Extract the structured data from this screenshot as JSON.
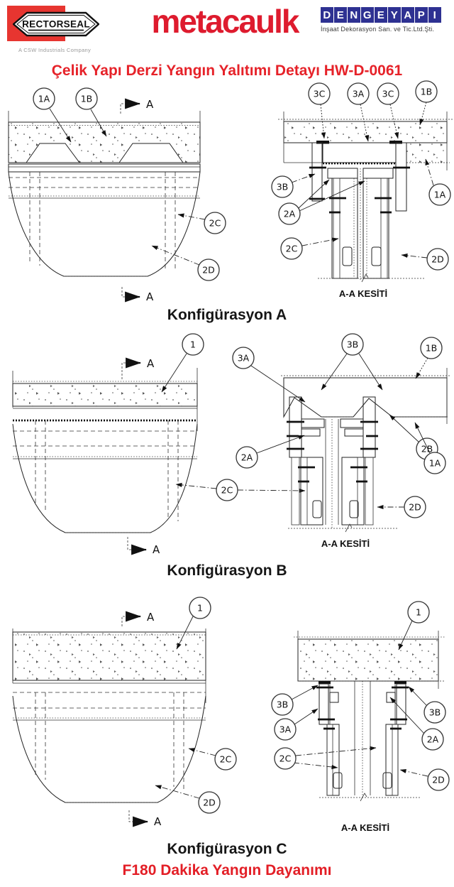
{
  "header": {
    "rectorseal": {
      "name": "RECTORSEAL",
      "tagline": "A CSW Industrials Company",
      "brand_red": "#e73530"
    },
    "metacaulk": {
      "name": "metacaulk",
      "brand_red": "#de1b2e"
    },
    "dengeyapi": {
      "letters": [
        "D",
        "E",
        "N",
        "G",
        "E",
        "Y",
        "A",
        "P",
        "I"
      ],
      "tagline": "İnşaat Dekorasyon San. ve Tic.Ltd.Şti.",
      "brand_blue": "#2e3192"
    }
  },
  "title": "Çelik Yapı Derzi Yangın Yalıtımı Detayı HW-D-0061",
  "marker_label": "A",
  "section_caption": "A-A KESİTİ",
  "rows": {
    "A": {
      "title": "Konfigürasyon A",
      "left": {
        "c1A": "1A",
        "c1B": "1B",
        "c2C": "2C",
        "c2D": "2D"
      },
      "right": {
        "c3C_1": "3C",
        "c3A": "3A",
        "c3C_2": "3C",
        "c1B": "1B",
        "c3B": "3B",
        "c2A": "2A",
        "c2C": "2C",
        "c1A": "1A",
        "c2D": "2D"
      }
    },
    "B": {
      "title": "Konfigürasyon B",
      "left": {
        "c1": "1"
      },
      "shared": {
        "c2C": "2C"
      },
      "right": {
        "c3A": "3A",
        "c3B": "3B",
        "c1B": "1B",
        "c2B": "2B",
        "c1A": "1A",
        "c2A": "2A",
        "c2D": "2D"
      }
    },
    "C": {
      "title": "Konfigürasyon C",
      "left": {
        "c1": "1",
        "c2C": "2C",
        "c2D": "2D"
      },
      "right": {
        "c1": "1",
        "c3B_left": "3B",
        "c3A": "3A",
        "c2C": "2C",
        "c3B_right": "3B",
        "c2A": "2A",
        "c2D": "2D"
      }
    }
  },
  "footer": "F180 Dakika Yangın Dayanımı"
}
